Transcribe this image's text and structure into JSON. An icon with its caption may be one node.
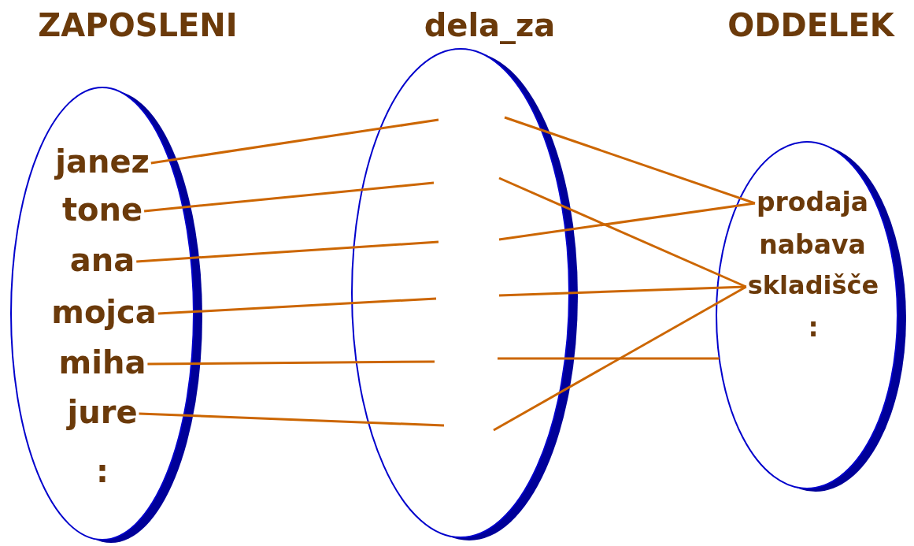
{
  "diagram": {
    "nodes": [
      {
        "text": [
          "ZAPOSLENI"
        ]
      },
      {
        "text": [
          "janez"
        ],
        "in": 0
      },
      {
        "text": [
          "tone"
        ],
        "in": 0
      },
      {
        "text": [
          "ana"
        ],
        "in": 0
      },
      {
        "text": [
          "mojca"
        ],
        "in": 0
      },
      {
        "text": [
          "miha"
        ],
        "in": 0
      },
      {
        "text": [
          "jure"
        ],
        "in": 0
      },
      {
        "text": [
          "dela_za"
        ]
      },
      {
        "text": [
          "ODDELEK"
        ]
      },
      {
        "text": [
          "prodaja"
        ],
        "in": 8
      },
      {
        "text": [
          "nabava"
        ],
        "in": 8
      },
      {
        "text": [
          "skladišče"
        ],
        "in": 8
      }
    ],
    "edges": [
      {
        "from": 1,
        "to": 7,
        "arrow": "none"
      },
      {
        "from": 2,
        "to": 7,
        "arrow": "none"
      },
      {
        "from": 3,
        "to": 7,
        "arrow": "none"
      },
      {
        "from": 4,
        "to": 7,
        "arrow": "none"
      },
      {
        "from": 5,
        "to": 7,
        "arrow": "none"
      },
      {
        "from": 6,
        "to": 7,
        "arrow": "none"
      },
      {
        "from": 7,
        "to": 9,
        "arrow": "none"
      },
      {
        "from": 7,
        "to": 11,
        "arrow": "none"
      },
      {
        "from": 7,
        "to": 9,
        "arrow": "none"
      },
      {
        "from": 7,
        "to": 11,
        "arrow": "none"
      },
      {
        "from": 7,
        "to": 8,
        "arrow": "none"
      },
      {
        "from": 7,
        "to": 11,
        "arrow": "none"
      }
    ],
    "labels": [
      ":",
      ":"
    ]
  }
}
